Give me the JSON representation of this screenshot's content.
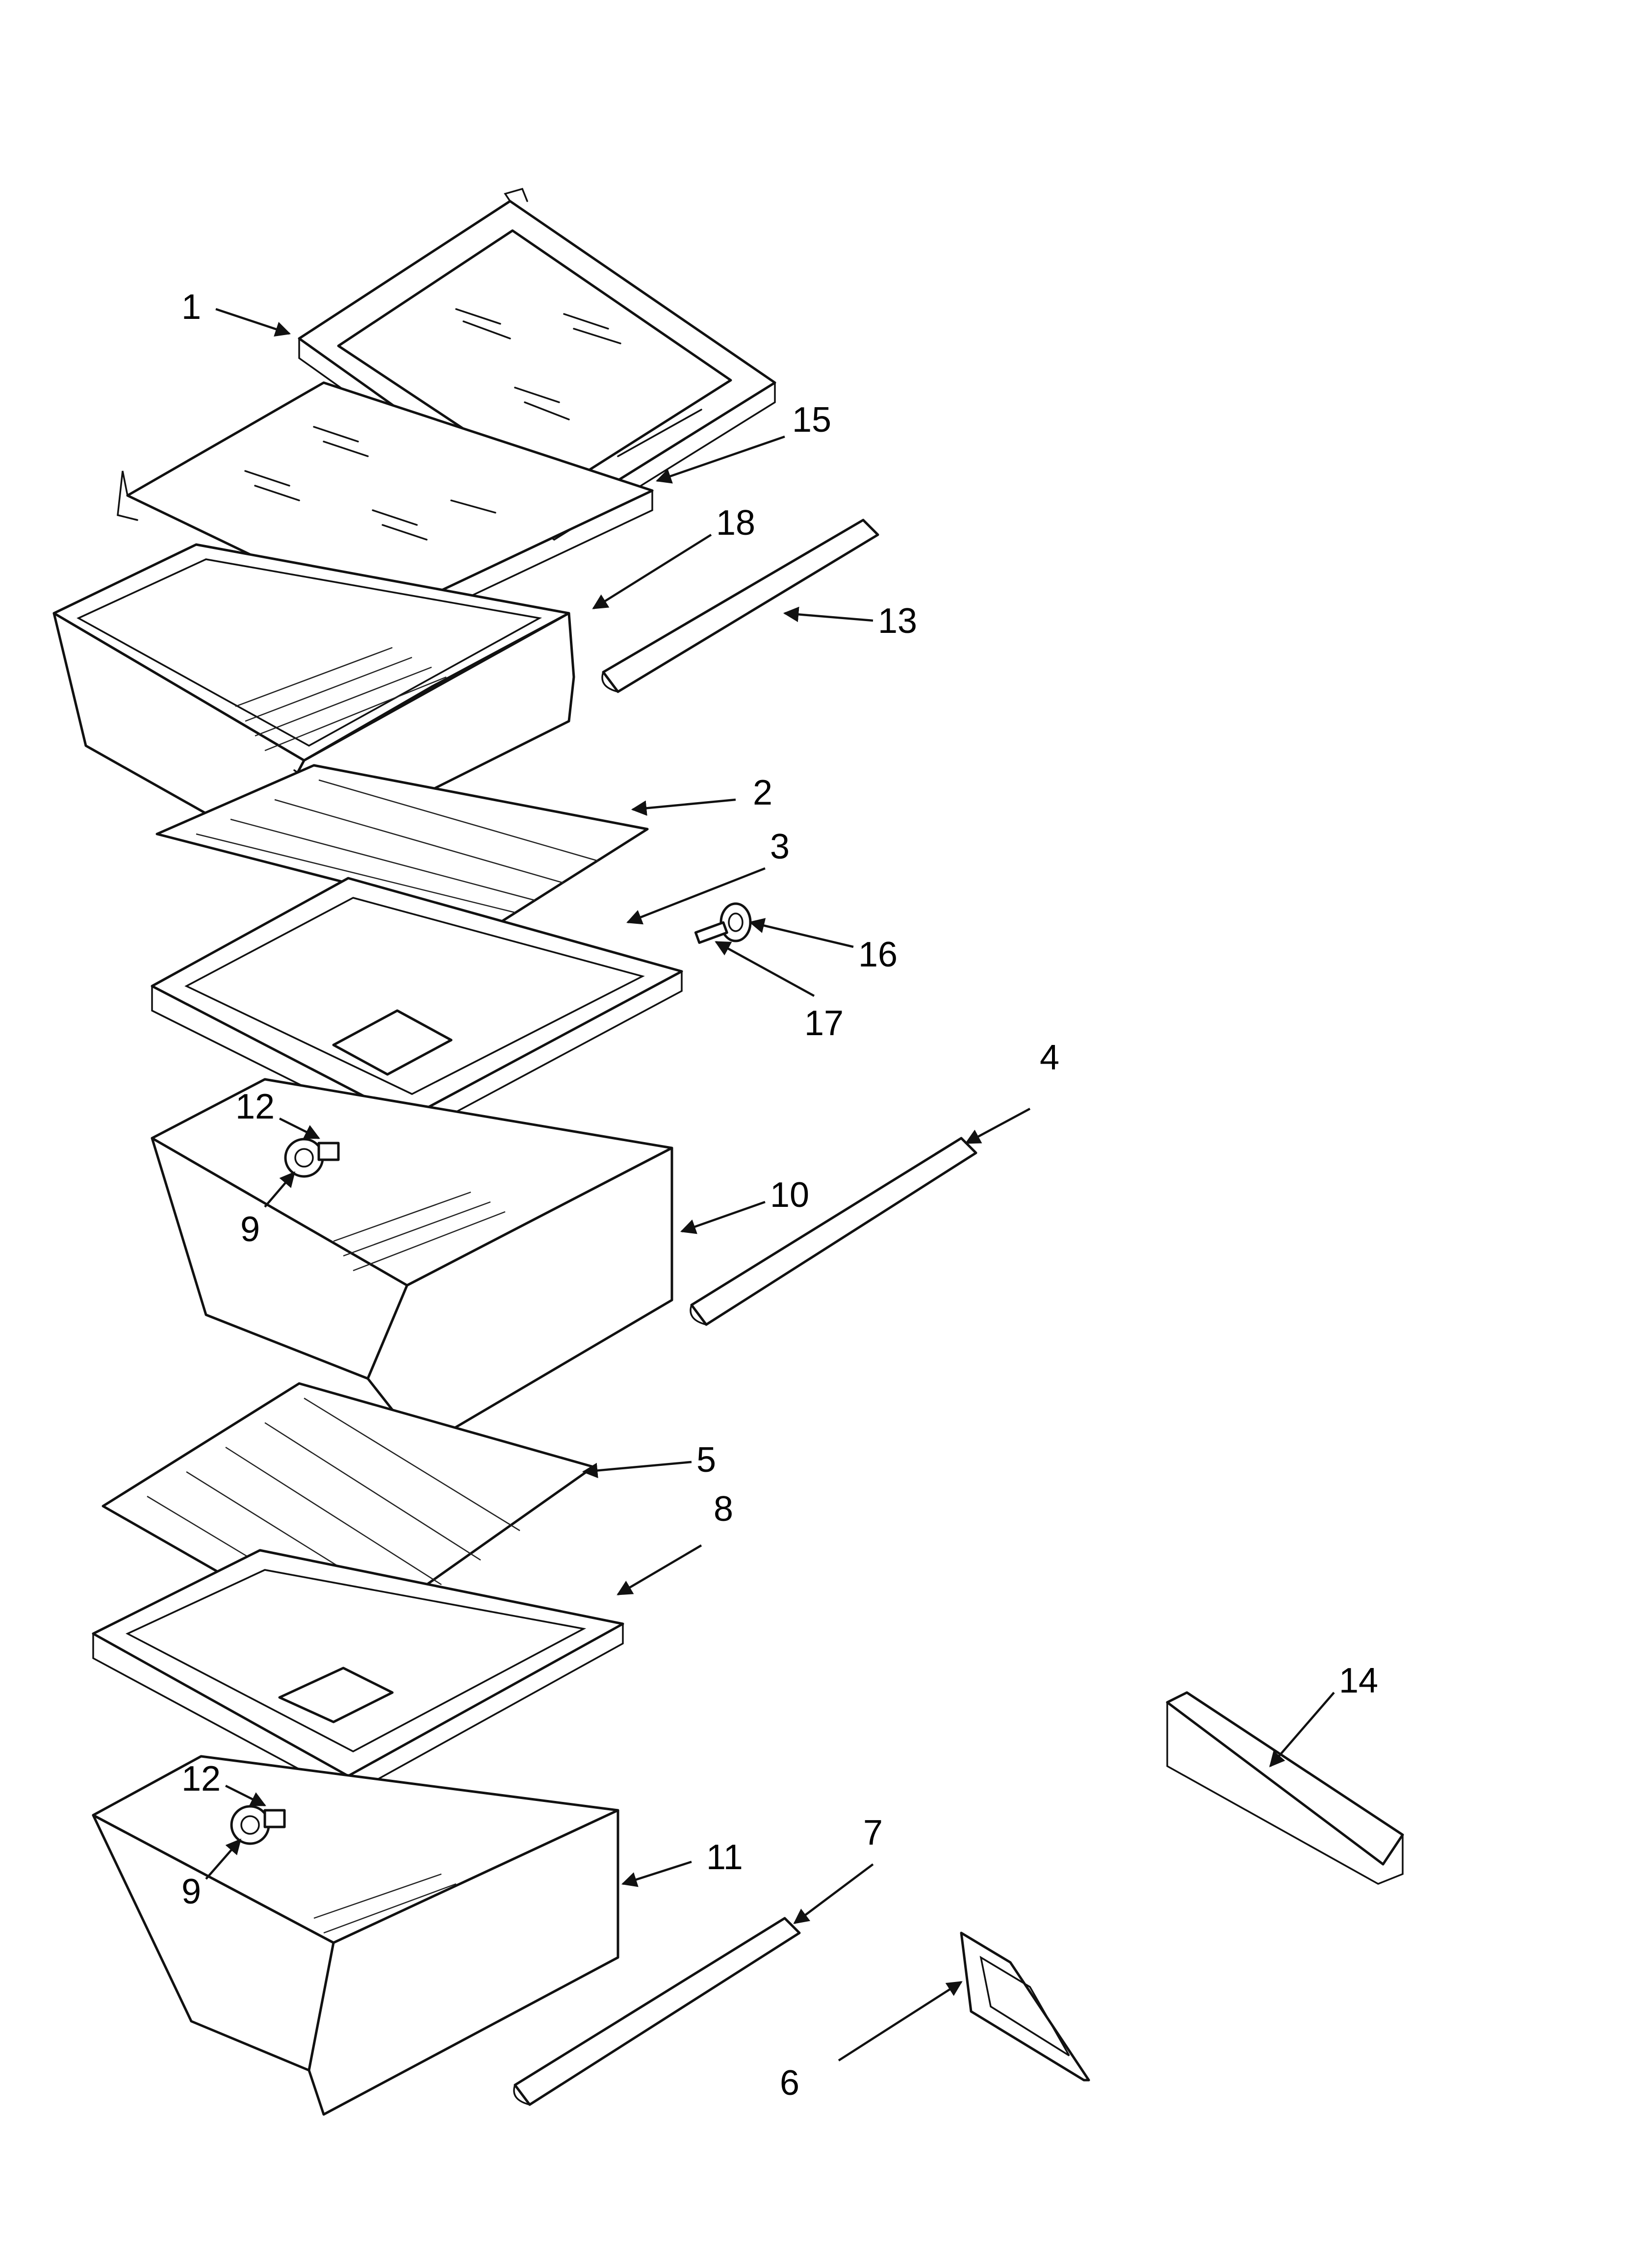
{
  "diagram": {
    "type": "exploded-parts-diagram",
    "callouts": [
      {
        "id": "1",
        "label": "1"
      },
      {
        "id": "15",
        "label": "15"
      },
      {
        "id": "18",
        "label": "18"
      },
      {
        "id": "13",
        "label": "13"
      },
      {
        "id": "2",
        "label": "2"
      },
      {
        "id": "3",
        "label": "3"
      },
      {
        "id": "16",
        "label": "16"
      },
      {
        "id": "17",
        "label": "17"
      },
      {
        "id": "4",
        "label": "4"
      },
      {
        "id": "12a",
        "label": "12"
      },
      {
        "id": "9a",
        "label": "9"
      },
      {
        "id": "10",
        "label": "10"
      },
      {
        "id": "5",
        "label": "5"
      },
      {
        "id": "8",
        "label": "8"
      },
      {
        "id": "14",
        "label": "14"
      },
      {
        "id": "12b",
        "label": "12"
      },
      {
        "id": "9b",
        "label": "9"
      },
      {
        "id": "11",
        "label": "11"
      },
      {
        "id": "7",
        "label": "7"
      },
      {
        "id": "6",
        "label": "6"
      }
    ]
  },
  "colors": {
    "line": "#111111",
    "background": "#ffffff"
  }
}
